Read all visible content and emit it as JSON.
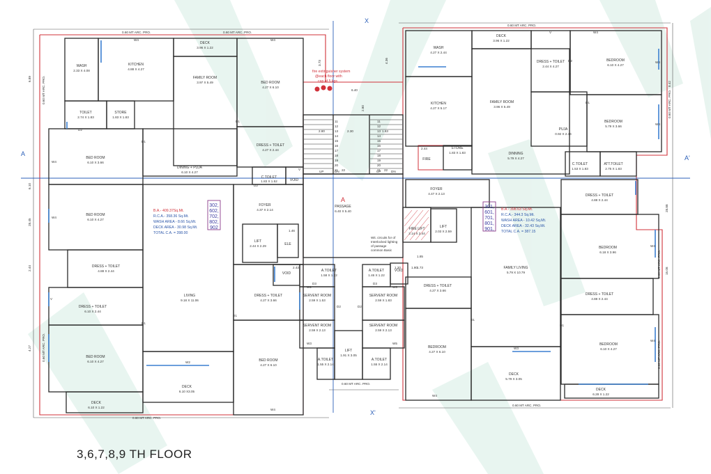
{
  "floor_title": "3,6,7,8,9 TH FLOOR",
  "colors": {
    "wall": "#2a2a2a",
    "boundary": "#d0313a",
    "axis": "#2b5fb8",
    "window": "#3a7fd0",
    "watermark": "#cfe8de"
  },
  "axes": {
    "x_top": "X",
    "x_bottom": "X'",
    "a_left": "A",
    "a_right": "A'",
    "a_center": "A"
  },
  "left_unit": {
    "rooms": [
      {
        "name": "WASH",
        "dims": "2.33 X 4.08"
      },
      {
        "name": "KITCHEN",
        "dims": "4.88 X 4.27"
      },
      {
        "name": "DECK",
        "dims": "3.96 X 1.22"
      },
      {
        "name": "FAMILY ROOM",
        "dims": "3.97 X 5.49"
      },
      {
        "name": "BED ROOM",
        "dims": "4.27 X 6.10"
      },
      {
        "name": "TOILET",
        "dims": "2.74 X 1.83"
      },
      {
        "name": "STORE",
        "dims": "1.83 X 1.83"
      },
      {
        "name": "BED ROOM",
        "dims": "6.10 X 3.66"
      },
      {
        "name": "DRESS + TOILET",
        "dims": "4.27 X 2.44"
      },
      {
        "name": "DINING + PUJA",
        "dims": "6.10 X 4.27"
      },
      {
        "name": "C.TOILET",
        "dims": "1.83 X 1.52"
      },
      {
        "name": "VOID",
        "dims": ""
      },
      {
        "name": "BED ROOM",
        "dims": "6.10 X 4.27"
      },
      {
        "name": "FOYER",
        "dims": "4.37 X 2.14"
      },
      {
        "name": "LIFT",
        "dims": "2.44 X 2.29"
      },
      {
        "name": "ELE",
        "dims": ""
      },
      {
        "name": "DRESS + TOILET",
        "dims": "4.88 X 2.44"
      },
      {
        "name": "LIVING",
        "dims": "9.18 X 11.06"
      },
      {
        "name": "DRESS + TOILET",
        "dims": "4.27 X 3.66"
      },
      {
        "name": "DRESS + TOILET",
        "dims": "6.10 X 2.44"
      },
      {
        "name": "BED ROOM",
        "dims": "6.10 X 4.27"
      },
      {
        "name": "BED ROOM",
        "dims": "4.27 X 6.10"
      },
      {
        "name": "DECK",
        "dims": "6.10 X3.05"
      },
      {
        "name": "DECK",
        "dims": "6.10 X 1.22"
      },
      {
        "name": "VOID",
        "dims": ""
      }
    ],
    "area": {
      "ba": "B.A.- 409.37Sq.Mt.",
      "rca": "R.C.A.- 358.36 Sq.Mt.",
      "wash": "WASH AREA - 8.66 Sq.Mt.",
      "deck": "DECK AREA - 30.98 Sq.Mt.",
      "total": "TOTAL C.A. = 398.00"
    },
    "unit_numbers": [
      "302,",
      "602,",
      "702,",
      "802,",
      "902"
    ]
  },
  "core": {
    "fire_note_1": "fire extinguisher system",
    "fire_note_2": "@each floor with",
    "fire_note_3": "cap of 5 kgs",
    "passage": "PASSAGE",
    "passage_dims": "6.40 X 5.40",
    "fire_lift": "FIRE LIFT",
    "fire_lift_dims": "2.14 X 2.44",
    "lift": "LIFT",
    "lift_dims": "2.03 X 2.59",
    "void": "VOID",
    "lift_bottom": "LIFT",
    "lift_bottom_dims": "1.91 X 3.05",
    "servant_left": "SERVENT ROOM",
    "servant_left_dims": "2.59 X 1.53",
    "servant_left2": "SERVENT ROOM",
    "servant_left2_dims": "2.59 X 2.13",
    "servant_right": "SERVENT ROOM",
    "servant_right_dims": "2.59 X 1.83",
    "servant_right2": "SERVENT ROOM",
    "servant_right2_dims": "2.59 X 2.13",
    "a_toilet_l": "A.TOILET",
    "a_toilet_l_dims": "1.58 X 1.22",
    "a_toilet_r": "A.TOILET",
    "a_toilet_r_dims": "1.46 X 1.22",
    "a_toilet_bl": "A.TOILET",
    "a_toilet_bl_dims": "1.55 X 2.14",
    "a_toilet_br": "A.TOILET",
    "a_toilet_br_dims": "1.55 X 2.14",
    "stair_up": "UP",
    "stair_dn": "DN",
    "light_note_1": "Wit. circuits for of",
    "light_note_2": "Interlocked lighting",
    "light_note_3": "of passage",
    "light_note_4": "common Basic",
    "stair_numbers_left": [
      "11",
      "12",
      "13",
      "14",
      "15",
      "16",
      "17",
      "18",
      "19",
      "20",
      "21",
      "22"
    ],
    "stair_numbers_right": [
      "11",
      "12",
      "13",
      "14",
      "15",
      "16",
      "17",
      "18",
      "19",
      "20",
      "21",
      "22"
    ]
  },
  "right_unit": {
    "rooms": [
      {
        "name": "WASH",
        "dims": "4.27 X 2.44"
      },
      {
        "name": "DECK",
        "dims": "3.96 X 1.22"
      },
      {
        "name": "DRESS + TOILET",
        "dims": "2.44 X 4.27"
      },
      {
        "name": "BEDROOM",
        "dims": "6.10 X 4.27"
      },
      {
        "name": "KITCHEN",
        "dims": "4.27 X 5.17"
      },
      {
        "name": "FAMILY ROOM",
        "dims": "3.96 X 5.49"
      },
      {
        "name": "PUJA",
        "dims": "0.92 X 2.44"
      },
      {
        "name": "BEDROOM",
        "dims": "5.79 X 3.66"
      },
      {
        "name": "FIRE",
        "dims": ""
      },
      {
        "name": "STORE",
        "dims": "1.83 X 1.83"
      },
      {
        "name": "DINNING",
        "dims": "5.79 X 4.27"
      },
      {
        "name": "C.TOILET",
        "dims": "1.53 X 1.83"
      },
      {
        "name": "ATT.TOILET",
        "dims": "2.75 X 1.83"
      },
      {
        "name": "FOYER",
        "dims": "4.47 X 2.13"
      },
      {
        "name": "DRESS + TOILET",
        "dims": "4.88 X 2.44"
      },
      {
        "name": "BEDROOM",
        "dims": "6.18 X 3.96"
      },
      {
        "name": "FAMILY LIVING",
        "dims": "5.79 X 10.79"
      },
      {
        "name": "DRESS + TOILET",
        "dims": "4.27 X 3.66"
      },
      {
        "name": "DRESS + TOILET",
        "dims": "4.88 X 2.44"
      },
      {
        "name": "BEDROOM",
        "dims": "4.27 X 6.10"
      },
      {
        "name": "BEDROOM",
        "dims": "6.10 X 4.27"
      },
      {
        "name": "DECK",
        "dims": "5.79 X 3.05"
      },
      {
        "name": "DECK",
        "dims": "6.28 X 1.22"
      }
    ],
    "area": {
      "ba": "B.A.- 398.63 Sq.Mt.",
      "rca": "R.C.A.- 344.3 Sq.Mt.",
      "wash": "WASH AREA - 10.42 Sq.Mt.",
      "deck": "DECK AREA - 32.43 Sq.Mt.",
      "total": "TOTAL C.A. = 387.15"
    },
    "unit_numbers": [
      "301,",
      "601,",
      "701,",
      "801,",
      "901,"
    ]
  },
  "dims": {
    "arc_top_left_1": "0.60 MT ARC. PRO.",
    "arc_top_left_2": "0.60 MT ARC. PRO.",
    "arc_top_right": "0.60 MT ARC. PRO.",
    "arc_bottom_left": "0.60 MT ARC. PRO.",
    "arc_bottom_mid": "0.60 MT ARC. PRO.",
    "arc_bottom_right": "0.60 MT ARC. PRO.",
    "arc_left_1": "0.60 MT ARC. PRO.",
    "arc_left_2": "0.60 MT ARC. PRO.",
    "arc_right_1": "0.60 MT ARC. PRO.",
    "arc_right_2": "0.60 MT ARC. PRO.",
    "arc_right_3": "0.60 MT ARC. PRO.",
    "left_v1": "6.89",
    "left_v2": "6.10",
    "left_v3": "28.45",
    "left_v4": "2.44",
    "left_v5": "4.27",
    "right_v1": "8.42",
    "right_v2": "28.88",
    "right_v3": "15.08",
    "core_v1": "3.73",
    "core_v2": "4.36",
    "core_v3": "2.80",
    "core_h1": "6.40",
    "core_h2": "2.80",
    "core_h3": "2.30",
    "core_h4": "1.80",
    "core_h5": "1.73",
    "core_h6": "2.44",
    "core_h7": "1.85",
    "core_h8": "1.20",
    "core_h9": "1.46",
    "core_h10": "2.43",
    "core_h11": "1.63"
  },
  "markers": {
    "door": "D1",
    "door2": "D2",
    "door3": "D3",
    "win4": "W4",
    "win1": "W1",
    "win2": "W2",
    "win3": "W3",
    "win5": "W5",
    "vent": "V"
  }
}
